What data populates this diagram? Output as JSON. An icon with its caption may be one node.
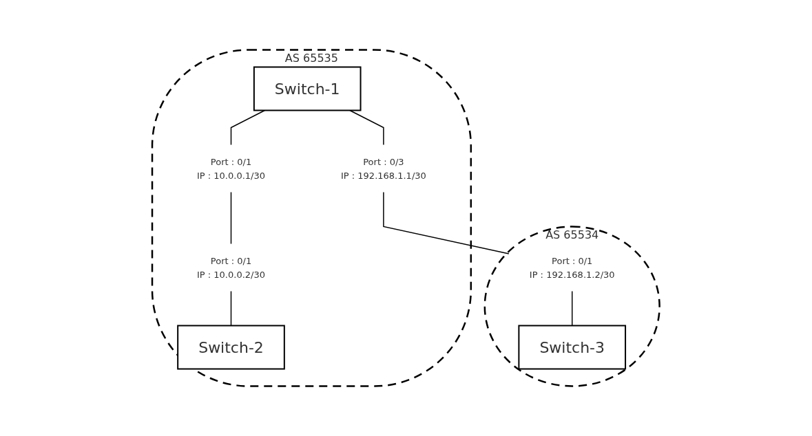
{
  "diagram": {
    "nodes": [
      {
        "text": [
          "AS 65535"
        ]
      },
      {
        "text": [
          "Switch-1"
        ],
        "in": 0
      },
      {
        "text": [
          "Port : 0/1",
          "IP : 10.0.0.1/30"
        ],
        "in": 0
      },
      {
        "text": [
          "Port : 0/1",
          "IP : 10.0.0.2/30"
        ],
        "in": 0
      },
      {
        "text": [
          "Switch-2"
        ],
        "in": 0
      },
      {
        "text": [
          "Port : 0/3",
          "IP : 192.168.1.1/30"
        ],
        "in": 0
      },
      {
        "text": [
          "AS 65534"
        ]
      },
      {
        "text": [
          "Port : 0/1",
          "IP : 192.168.1.2/30"
        ],
        "in": 6
      },
      {
        "text": [
          "Switch-3"
        ],
        "in": 6
      }
    ],
    "edges": [
      {
        "from": 1,
        "to": 2,
        "arrow": "none"
      },
      {
        "from": 2,
        "to": 3,
        "arrow": "none"
      },
      {
        "from": 3,
        "to": 4,
        "arrow": "none"
      },
      {
        "from": 1,
        "to": 5,
        "arrow": "none"
      },
      {
        "from": 5,
        "to": 7,
        "arrow": "none"
      },
      {
        "from": 7,
        "to": 8,
        "arrow": "none"
      }
    ]
  }
}
